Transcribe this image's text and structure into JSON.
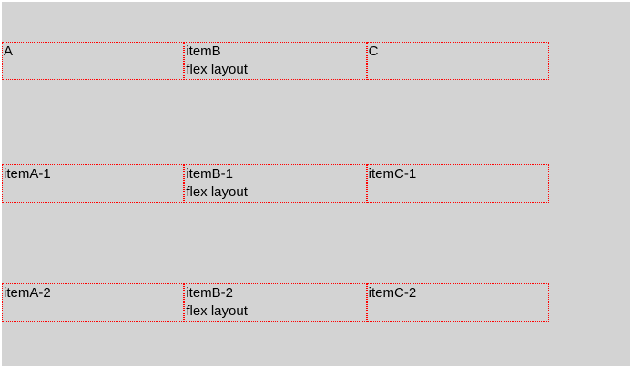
{
  "page": {
    "background_color": "#d3d3d3",
    "outer_background_color": "#ffffff",
    "item_border_color": "#ff0000",
    "text_color": "#000000"
  },
  "flex_demo": {
    "rows": [
      {
        "items": [
          {
            "lines": [
              "A"
            ]
          },
          {
            "lines": [
              "itemB",
              "flex layout"
            ]
          },
          {
            "lines": [
              "C"
            ]
          }
        ]
      },
      {
        "items": [
          {
            "lines": [
              "itemA-1"
            ]
          },
          {
            "lines": [
              "itemB-1",
              "flex layout"
            ]
          },
          {
            "lines": [
              "itemC-1"
            ]
          }
        ]
      },
      {
        "items": [
          {
            "lines": [
              "itemA-2"
            ]
          },
          {
            "lines": [
              "itemB-2",
              "flex layout"
            ]
          },
          {
            "lines": [
              "itemC-2"
            ]
          }
        ]
      }
    ]
  }
}
